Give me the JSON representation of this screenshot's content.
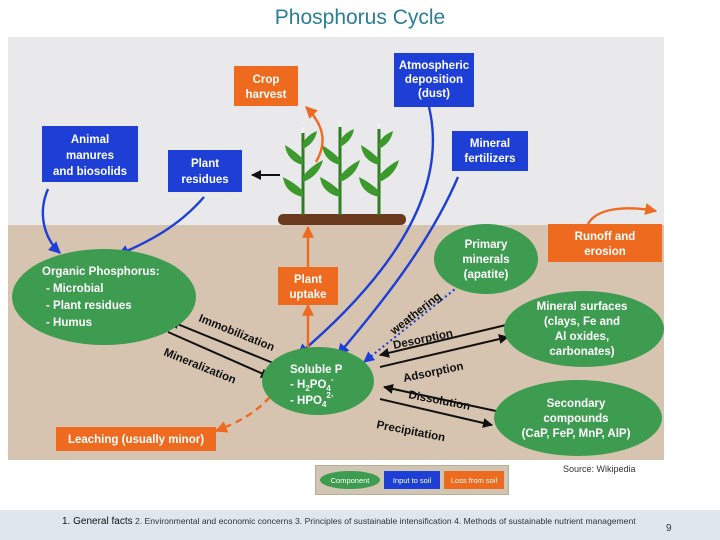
{
  "title": "Phosphorus Cycle",
  "colors": {
    "sky": "#e9e9eb",
    "soil": "#d6c4b0",
    "component_green": "#3e9c50",
    "input_blue": "#1d3fd6",
    "loss_orange": "#ee6a1f",
    "title_teal": "#2a7f96"
  },
  "diagram": {
    "boxes": {
      "crop_harvest": [
        "Crop",
        "harvest"
      ],
      "atmospheric": [
        "Atmospheric",
        "deposition",
        "(dust)"
      ],
      "animal_manures": [
        "Animal",
        "manures",
        "and biosolids"
      ],
      "plant_residues": [
        "Plant",
        "residues"
      ],
      "mineral_fertilizers": [
        "Mineral",
        "fertilizers"
      ],
      "runoff": [
        "Runoff and",
        "erosion"
      ],
      "plant_uptake": [
        "Plant",
        "uptake"
      ],
      "leaching": "Leaching (usually minor)"
    },
    "ellipses": {
      "organic_p": [
        "Organic Phosphorus:",
        "- Microbial",
        "- Plant residues",
        "- Humus"
      ],
      "primary_minerals": [
        "Primary",
        "minerals",
        "(apatite)"
      ],
      "mineral_surfaces": [
        "Mineral surfaces",
        "(clays, Fe and",
        "Al oxides,",
        "carbonates)"
      ],
      "soluble_p": {
        "title": "Soluble P",
        "line2": {
          "prefix": "- H",
          "sub1": "2",
          "mid": "PO",
          "sub2": "4",
          "sup": "-"
        },
        "line3": {
          "prefix": "- HPO",
          "sub": "4",
          "sup": "2-"
        }
      },
      "secondary": [
        "Secondary",
        "compounds",
        "(CaP, FeP, MnP, AlP)"
      ]
    },
    "process_labels": {
      "immobilization": "Immobilization",
      "mineralization": "Mineralization",
      "weathering": "weathering",
      "desorption": "Desorption",
      "adsorption": "Adsorption",
      "dissolution": "Dissolution",
      "precipitation": "Precipitation"
    }
  },
  "source": "Source: Wikipedia",
  "legend": {
    "component": "Component",
    "input": "Input to soil",
    "loss": "Loss from soil"
  },
  "footer": {
    "item1": "1. General facts",
    "rest": "2. Environmental and economic concerns 3. Principles of sustainable intensification 4. Methods of sustainable nutrient management",
    "page": "9"
  }
}
